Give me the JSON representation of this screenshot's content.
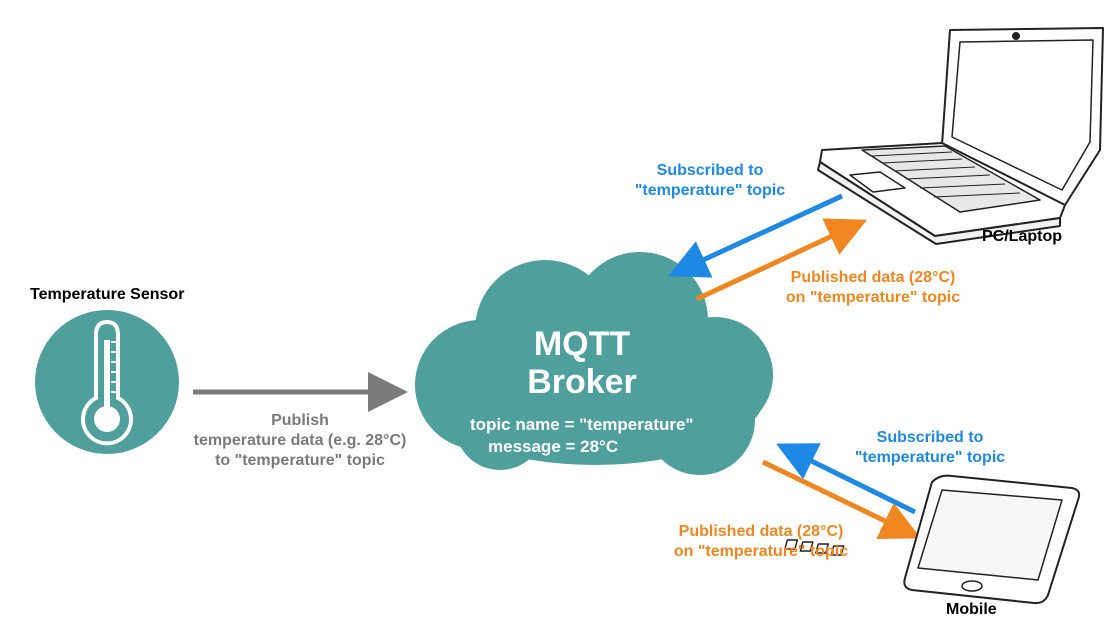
{
  "colors": {
    "teal": "#4f9f9c",
    "blue": "#1e88e5",
    "orange": "#f0861f",
    "gray": "#7a7a7a",
    "black": "#000000"
  },
  "sensor": {
    "title": "Temperature Sensor",
    "icon": "thermometer-icon"
  },
  "publish_label": {
    "line1": "Publish",
    "line2": "temperature data (e.g. 28°C)",
    "line3": "to \"temperature\" topic"
  },
  "broker": {
    "line1": "MQTT",
    "line2": "Broker",
    "topic_line": "topic name = \"temperature\"",
    "message_line": "message = 28°C"
  },
  "laptop": {
    "label": "PC/Laptop",
    "icon": "laptop-icon",
    "subscribed_line1": "Subscribed to",
    "subscribed_line2": "\"temperature\" topic",
    "published_line1": "Published data (28°C)",
    "published_line2": "on \"temperature\" topic"
  },
  "mobile": {
    "label": "Mobile",
    "icon": "smartphone-icon",
    "subscribed_line1": "Subscribed to",
    "subscribed_line2": "\"temperature\" topic",
    "published_line1": "Published data (28°C)",
    "published_line2": "on \"temperature\" topic"
  }
}
